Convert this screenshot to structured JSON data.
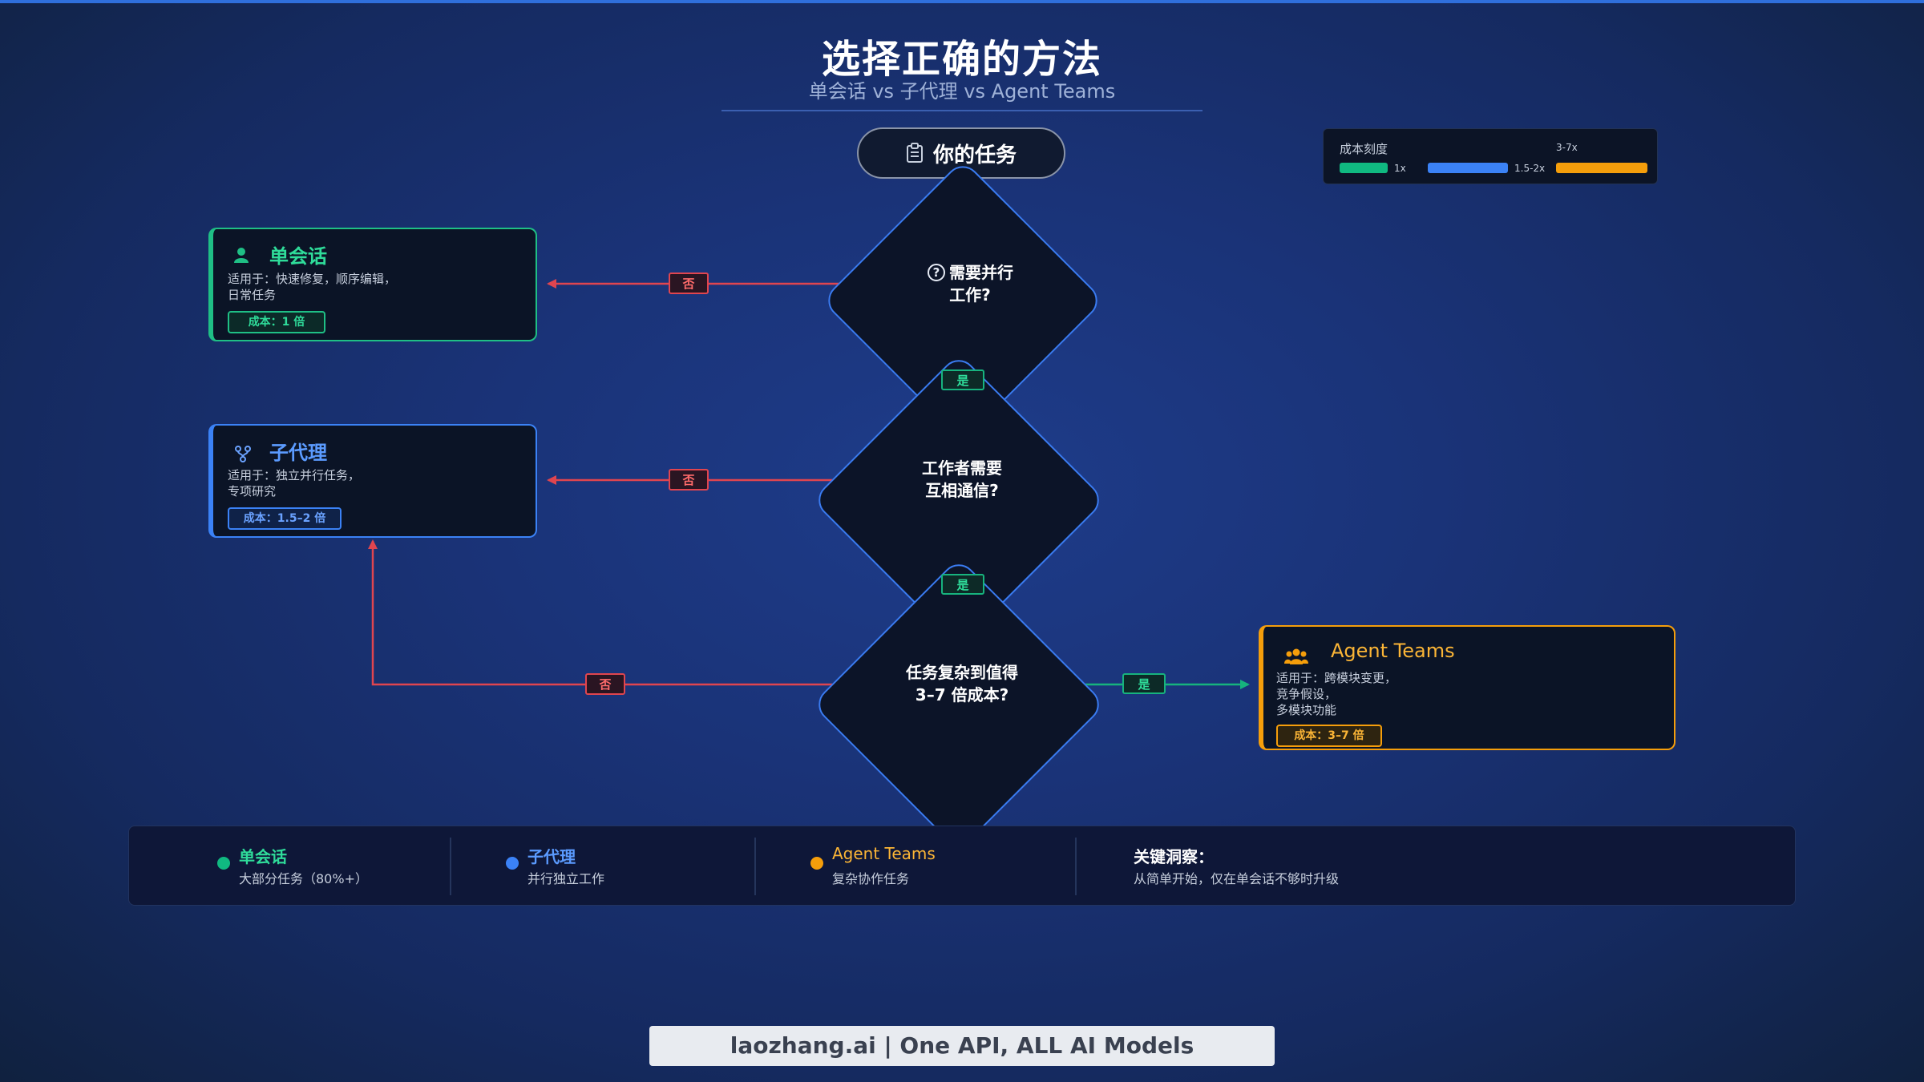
{
  "title": "选择正确的方法",
  "subtitle": "单会话 vs 子代理 vs Agent Teams",
  "start": {
    "label": "你的任务",
    "icon": "clipboard-icon"
  },
  "decisions": [
    {
      "label_line1": "需要并行",
      "label_line2": "工作?",
      "icon": "question-circle-icon"
    },
    {
      "label_line1": "工作者需要",
      "label_line2": "互相通信?"
    },
    {
      "label_line1": "任务复杂到值得",
      "label_line2": "3–7 倍成本?"
    }
  ],
  "edge_labels": {
    "no": "否",
    "yes": "是"
  },
  "outcomes": {
    "single": {
      "title": "单会话",
      "desc_line1": "适用于：快速修复，顺序编辑，",
      "desc_line2": "日常任务",
      "cost": "成本：1 倍",
      "icon": "user-icon",
      "color": "#1fbf85"
    },
    "subagent": {
      "title": "子代理",
      "desc_line1": "适用于：独立并行任务，",
      "desc_line2": "专项研究",
      "cost": "成本：1.5–2 倍",
      "icon": "branch-icon",
      "color": "#3b82f6"
    },
    "teams": {
      "title": "Agent Teams",
      "desc_line1": "适用于：跨模块变更，",
      "desc_line2": "竞争假设，",
      "desc_line3": "多模块功能",
      "cost": "成本：3–7 倍",
      "icon": "group-icon",
      "color": "#f59e0b"
    }
  },
  "cost_legend": {
    "title": "成本刻度",
    "items": [
      {
        "label": "1x",
        "color": "#10b981"
      },
      {
        "label": "1.5-2x",
        "color": "#3b82f6"
      },
      {
        "label": "3-7x",
        "color": "#f59e0b"
      }
    ]
  },
  "summary": [
    {
      "title": "单会话",
      "sub": "大部分任务（80%+）",
      "color": "#10b981"
    },
    {
      "title": "子代理",
      "sub": "并行独立工作",
      "color": "#3b82f6"
    },
    {
      "title": "Agent Teams",
      "sub": "复杂协作任务",
      "color": "#f59e0b"
    },
    {
      "title": "关键洞察：",
      "sub": "从简单开始，仅在单会话不够时升级"
    }
  ],
  "footer": "laozhang.ai | One API, ALL AI Models"
}
